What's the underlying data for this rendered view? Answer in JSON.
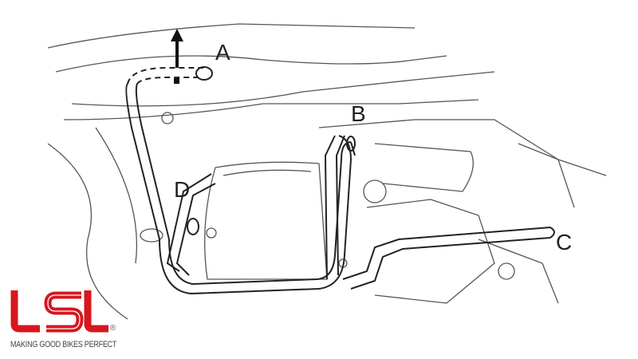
{
  "diagram": {
    "labels": {
      "a": "A",
      "b": "B",
      "c": "C",
      "d": "D"
    }
  },
  "brand": {
    "logo_text": "LSL",
    "registered_mark": "®",
    "tagline": "MAKING GOOD BIKES PERFECT",
    "color": "#d7161e"
  }
}
